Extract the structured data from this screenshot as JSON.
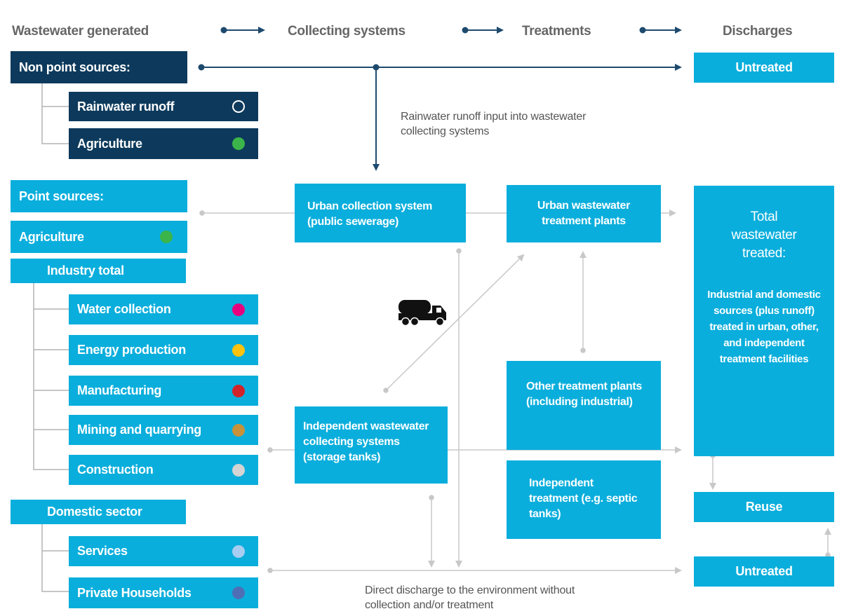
{
  "headers": {
    "generated": "Wastewater generated",
    "collecting": "Collecting systems",
    "treatments": "Treatments",
    "discharges": "Discharges"
  },
  "non_point": {
    "title": "Non point sources:",
    "items": [
      {
        "label": "Rainwater runoff",
        "color": "outline"
      },
      {
        "label": "Agriculture",
        "color": "#3bb54a"
      }
    ]
  },
  "point": {
    "title": "Point sources:",
    "agriculture": {
      "label": "Agriculture",
      "color": "#3bb54a"
    },
    "industry": {
      "title": "Industry total",
      "items": [
        {
          "label": "Water collection",
          "color": "#e6007e"
        },
        {
          "label": "Energy production",
          "color": "#ffc20e"
        },
        {
          "label": "Manufacturing",
          "color": "#d2232a"
        },
        {
          "label": "Mining and quarrying",
          "color": "#c8923a"
        },
        {
          "label": "Construction",
          "color": "#d4d4d4"
        }
      ]
    },
    "domestic": {
      "title": "Domestic sector",
      "items": [
        {
          "label": "Services",
          "color": "#a7cdf0"
        },
        {
          "label": "Private Households",
          "color": "#4e6fb6"
        }
      ]
    }
  },
  "collecting": {
    "urban": "Urban collection system (public sewerage)",
    "independent": "Independent wastewater collecting systems (storage tanks)"
  },
  "treatment": {
    "urban": "Urban wastewater treatment plants",
    "other": "Other treatment plants (including industrial)",
    "independent": "Independent treatment (e.g. septic tanks)"
  },
  "discharges": {
    "untreated_top": "Untreated",
    "total_title": "Total wastewater treated:",
    "total_desc": "Industrial and domestic sources (plus runoff) treated in urban, other, and independent treatment facilities",
    "reuse": "Reuse",
    "untreated_bottom": "Untreated"
  },
  "notes": {
    "runoff": "Rainwater runoff input into wastewater collecting systems",
    "direct": "Direct discharge to the environment without collection and/or treatment"
  },
  "icons": {
    "truck": "tanker-truck-icon"
  },
  "colors": {
    "navy": "#0d3a5c",
    "cyan": "#0aaedc",
    "connector": "#c8c8c8",
    "arrow": "#1e4a6e"
  }
}
